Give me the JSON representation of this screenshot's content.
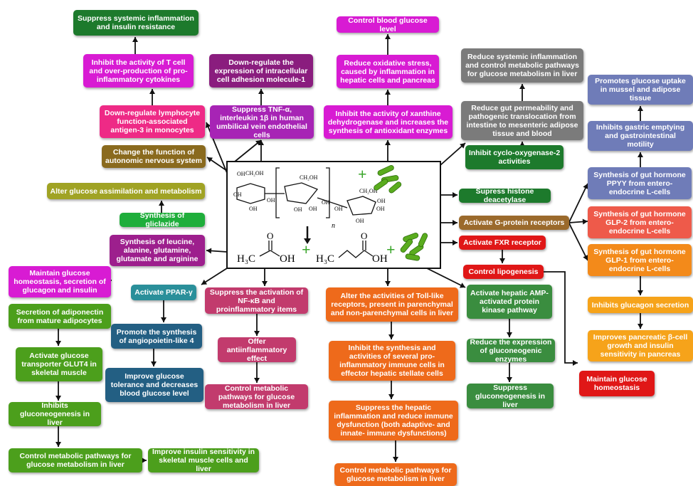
{
  "colors": {
    "dark_green": "#1d7a2c",
    "magenta": "#d81bd3",
    "pink": "#ee2a86",
    "purple": "#8a1d7e",
    "violet": "#a724b5",
    "grey": "#7b7b7b",
    "periwinkle": "#6f7cb8",
    "olive_brown": "#8a6a1e",
    "olive": "#a0a324",
    "green": "#1fae3b",
    "dark_magenta": "#9d1f8d",
    "teal": "#2a8f9a",
    "navy": "#235f83",
    "rose": "#c23b6d",
    "orange": "#ee6a1b",
    "forest": "#3a8d3f",
    "leaf": "#4c9f1c",
    "brown": "#9b6a2c",
    "red": "#e01717",
    "salmon": "#ee5a4a",
    "amber": "#f38a1a",
    "gold": "#f6a31a",
    "bacteria_green": "#5aac1e"
  },
  "boxes": [
    {
      "id": "suppress_systemic",
      "text": "Suppress systemic inflammation and insulin resistance",
      "color": "dark_green"
    },
    {
      "id": "inhibit_t_cell",
      "text": "Inhibit the activity of T cell and over-production of pro-inflammatory cytokines",
      "color": "magenta"
    },
    {
      "id": "downreg_lymph",
      "text": "Down-regulate lymphocyte function-associated antigen-3 in monocytes",
      "color": "pink"
    },
    {
      "id": "downreg_icam",
      "text": "Down-regulate the expression of intracellular cell adhesion molecule-1",
      "color": "purple"
    },
    {
      "id": "suppress_tnf",
      "text": "Suppress TNF-α, interleukin 1β in human umbilical vein endothelial cells",
      "color": "violet"
    },
    {
      "id": "control_glucose",
      "text": "Control blood glucose level",
      "color": "magenta"
    },
    {
      "id": "reduce_oxidative",
      "text": "Reduce oxidative stress, caused by inflammation in hepatic cells and pancreas",
      "color": "magenta"
    },
    {
      "id": "inhibit_xanthine",
      "text": "Inhibit the activity of xanthine dehydrogenase and increases the synthesis of antioxidant enzymes",
      "color": "magenta"
    },
    {
      "id": "reduce_systemic_grey",
      "text": "Reduce systemic inflammation and control metabolic pathways for glucose metabolism in liver",
      "color": "grey"
    },
    {
      "id": "reduce_gut_perm",
      "text": "Reduce gut permeability and pathogenic translocation from intestine to mesenteric adipose tissue and blood",
      "color": "grey"
    },
    {
      "id": "inhibit_cox2",
      "text": "Inhibit cyclo-oxygenase-2 activities",
      "color": "dark_green"
    },
    {
      "id": "promotes_uptake",
      "text": "Promotes glucose uptake in mussel and adipose tissue",
      "color": "periwinkle"
    },
    {
      "id": "inhibits_gastric",
      "text": "Inhibits gastric emptying and gastrointestinal motility",
      "color": "periwinkle"
    },
    {
      "id": "synth_ppyy",
      "text": "Synthesis of gut hormone PPYY from entero-endocrine L-cells",
      "color": "periwinkle"
    },
    {
      "id": "change_autonomic",
      "text": "Change the function of autonomic nervous system",
      "color": "olive_brown"
    },
    {
      "id": "alter_assimilation",
      "text": "Alter glucose assimilation and metabolism",
      "color": "olive"
    },
    {
      "id": "synth_gliclazide",
      "text": "Synthesis of gliclazide",
      "color": "green"
    },
    {
      "id": "synth_leucine",
      "text": "Synthesis of leucine, alanine, glutamine, glutamate and arginine",
      "color": "dark_magenta"
    },
    {
      "id": "supress_histone",
      "text": "Supress histone deacetylase",
      "color": "dark_green"
    },
    {
      "id": "activate_gpr",
      "text": "Activate G-protein receptors",
      "color": "brown"
    },
    {
      "id": "synth_glp2",
      "text": "Synthesis of gut hormone GLP-2 from entero-endocrine L-cells",
      "color": "salmon"
    },
    {
      "id": "activate_fxr",
      "text": "Activate FXR receptor",
      "color": "red"
    },
    {
      "id": "synth_glp1",
      "text": "Synthesis of gut hormone GLP-1 from entero-endocrine L-cells",
      "color": "amber"
    },
    {
      "id": "control_lipogenesis",
      "text": "Control lipogenesis",
      "color": "red"
    },
    {
      "id": "maintain_homeostasis_left",
      "text": "Maintain glucose homeostasis, secretion of glucagon and insulin",
      "color": "magenta"
    },
    {
      "id": "activate_ppar",
      "text": "Activate PPAR-γ",
      "color": "teal"
    },
    {
      "id": "suppress_nfkb",
      "text": "Suppress the activation of NF-κB and proinflammatory items",
      "color": "rose"
    },
    {
      "id": "alter_toll",
      "text": "Alter the activities of Toll-like receptors, present in parenchymal and non-parenchymal cells in liver",
      "color": "orange"
    },
    {
      "id": "activate_ampk",
      "text": "Activate hepatic AMP-activated protein kinase pathway",
      "color": "forest"
    },
    {
      "id": "secretion_adiponectin",
      "text": "Secretion of adiponectin from mature adipocytes",
      "color": "leaf"
    },
    {
      "id": "promote_angiopoietin",
      "text": "Promote the synthesis of angiopoietin-like 4",
      "color": "navy"
    },
    {
      "id": "offer_antiinflam",
      "text": "Offer antiinflammatory effect",
      "color": "rose"
    },
    {
      "id": "inhibit_synthesis_immune",
      "text": "Inhibit the synthesis and activities of several pro-inflammatory immune cells in effector hepatic stellate cells",
      "color": "orange"
    },
    {
      "id": "reduce_gluconeogenic",
      "text": "Reduce the expression of gluconeogenic enzymes",
      "color": "forest"
    },
    {
      "id": "inhibits_glucagon",
      "text": "Inhibits glucagon secretion",
      "color": "gold"
    },
    {
      "id": "activate_glut4",
      "text": "Activate glucose transporter GLUT4 in skeletal muscle",
      "color": "leaf"
    },
    {
      "id": "improve_tolerance",
      "text": "Improve glucose tolerance and decreases blood glucose level",
      "color": "navy"
    },
    {
      "id": "improves_pancreatic",
      "text": "Improves pancreatic β-cell growth and insulin sensitivity in pancreas",
      "color": "gold"
    },
    {
      "id": "control_metabolic_rose",
      "text": "Control metabolic pathways for glucose metabolism in liver",
      "color": "rose"
    },
    {
      "id": "suppress_gluconeogenesis",
      "text": "Suppress gluconeogenesis in liver",
      "color": "forest"
    },
    {
      "id": "maintain_homeostasis_right",
      "text": "Maintain glucose homeostasis",
      "color": "red"
    },
    {
      "id": "inhibits_gluconeogenesis",
      "text": "Inhibits gluconeogenesis in liver",
      "color": "leaf"
    },
    {
      "id": "suppress_hepatic",
      "text": "Suppress the hepatic inflammation and reduce immune dysfunction (both adaptive- and innate- immune dysfunctions)",
      "color": "orange"
    },
    {
      "id": "control_metabolic_green",
      "text": "Control metabolic pathways for glucose metabolism in liver",
      "color": "leaf"
    },
    {
      "id": "improve_insulin",
      "text": "Improve insulin sensitivity in skeletal muscle cells and liver",
      "color": "leaf"
    },
    {
      "id": "control_metabolic_orange",
      "text": "Control metabolic pathways for glucose metabolism in liver",
      "color": "orange"
    }
  ],
  "center": {
    "chem_labels": {
      "ch2oh": "CH₂OH",
      "oh": "OH",
      "o": "O",
      "acid_oh": "OH",
      "acetate_formula": "H₃C",
      "butyrate_formula": "H₃C",
      "n": "n",
      "plus": "+"
    }
  }
}
